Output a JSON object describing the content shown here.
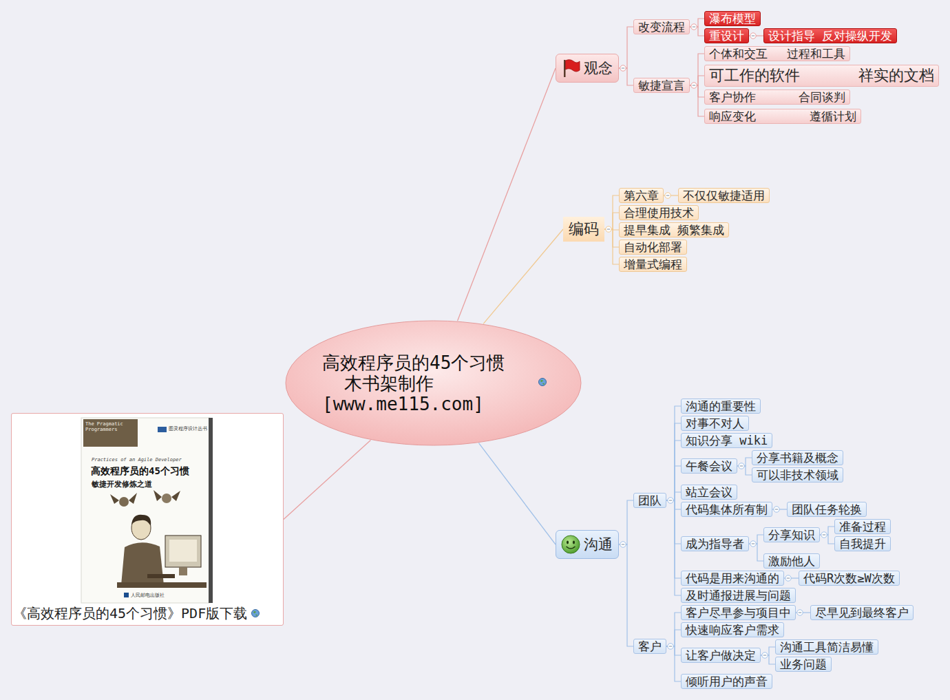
{
  "diagram": {
    "nodes": [
      {
        "text": [
          "高效程序员的45个习惯",
          "木书架制作",
          "[www.me115.com]"
        ]
      },
      {
        "text": [
          "观念"
        ]
      },
      {
        "text": [
          "改变流程"
        ]
      },
      {
        "text": [
          "瀑布模型"
        ]
      },
      {
        "text": [
          "重设计"
        ]
      },
      {
        "text": [
          "设计指导 反对操纵开发"
        ]
      },
      {
        "text": [
          "敏捷宣言"
        ]
      },
      {
        "text": [
          "个体和交互",
          "过程和工具"
        ]
      },
      {
        "text": [
          "可工作的软件",
          "祥实的文档"
        ]
      },
      {
        "text": [
          "客户协作",
          "合同谈判"
        ]
      },
      {
        "text": [
          "响应变化",
          "遵循计划"
        ]
      },
      {
        "text": [
          "编码"
        ]
      },
      {
        "text": [
          "第六章"
        ]
      },
      {
        "text": [
          "不仅仅敏捷适用"
        ]
      },
      {
        "text": [
          "合理使用技术"
        ]
      },
      {
        "text": [
          "提早集成 频繁集成"
        ]
      },
      {
        "text": [
          "自动化部署"
        ]
      },
      {
        "text": [
          "增量式编程"
        ]
      },
      {
        "text": [
          "沟通"
        ]
      },
      {
        "text": [
          "团队"
        ]
      },
      {
        "text": [
          "沟通的重要性"
        ]
      },
      {
        "text": [
          "对事不对人"
        ]
      },
      {
        "text": [
          "知识分享 wiki"
        ]
      },
      {
        "text": [
          "午餐会议"
        ]
      },
      {
        "text": [
          "分享书籍及概念"
        ]
      },
      {
        "text": [
          "可以非技术领域"
        ]
      },
      {
        "text": [
          "站立会议"
        ]
      },
      {
        "text": [
          "代码集体所有制"
        ]
      },
      {
        "text": [
          "团队任务轮换"
        ]
      },
      {
        "text": [
          "成为指导者"
        ]
      },
      {
        "text": [
          "分享知识"
        ]
      },
      {
        "text": [
          "准备过程"
        ]
      },
      {
        "text": [
          "自我提升"
        ]
      },
      {
        "text": [
          "激励他人"
        ]
      },
      {
        "text": [
          "代码是用来沟通的"
        ]
      },
      {
        "text": [
          "代码R次数≥W次数"
        ]
      },
      {
        "text": [
          "及时通报进展与问题"
        ]
      },
      {
        "text": [
          "客户"
        ]
      },
      {
        "text": [
          "客户尽早参与项目中"
        ]
      },
      {
        "text": [
          "尽早见到最终客户"
        ]
      },
      {
        "text": [
          "快速响应客户需求"
        ]
      },
      {
        "text": [
          "让客户做决定"
        ]
      },
      {
        "text": [
          "沟通工具简洁易懂"
        ]
      },
      {
        "text": [
          "业务问题"
        ]
      },
      {
        "text": [
          "倾听用户的声音"
        ]
      },
      {
        "text": [
          "《高效程序员的45个习惯》PDF版下载"
        ]
      }
    ],
    "edges": [
      {
        "from": 0,
        "to": 1,
        "arrow": "none"
      },
      {
        "from": 1,
        "to": 2,
        "arrow": "none"
      },
      {
        "from": 2,
        "to": 3,
        "arrow": "none"
      },
      {
        "from": 2,
        "to": 4,
        "arrow": "none"
      },
      {
        "from": 4,
        "to": 5,
        "arrow": "none"
      },
      {
        "from": 1,
        "to": 6,
        "arrow": "none"
      },
      {
        "from": 6,
        "to": 7,
        "arrow": "none"
      },
      {
        "from": 6,
        "to": 8,
        "arrow": "none"
      },
      {
        "from": 6,
        "to": 9,
        "arrow": "none"
      },
      {
        "from": 6,
        "to": 10,
        "arrow": "none"
      },
      {
        "from": 0,
        "to": 11,
        "arrow": "none"
      },
      {
        "from": 11,
        "to": 12,
        "arrow": "none"
      },
      {
        "from": 12,
        "to": 13,
        "arrow": "none"
      },
      {
        "from": 11,
        "to": 14,
        "arrow": "none"
      },
      {
        "from": 11,
        "to": 15,
        "arrow": "none"
      },
      {
        "from": 11,
        "to": 16,
        "arrow": "none"
      },
      {
        "from": 11,
        "to": 17,
        "arrow": "none"
      },
      {
        "from": 0,
        "to": 18,
        "arrow": "none"
      },
      {
        "from": 18,
        "to": 19,
        "arrow": "none"
      },
      {
        "from": 19,
        "to": 20,
        "arrow": "none"
      },
      {
        "from": 19,
        "to": 21,
        "arrow": "none"
      },
      {
        "from": 19,
        "to": 22,
        "arrow": "none"
      },
      {
        "from": 19,
        "to": 23,
        "arrow": "none"
      },
      {
        "from": 23,
        "to": 24,
        "arrow": "none"
      },
      {
        "from": 23,
        "to": 25,
        "arrow": "none"
      },
      {
        "from": 19,
        "to": 26,
        "arrow": "none"
      },
      {
        "from": 19,
        "to": 27,
        "arrow": "none"
      },
      {
        "from": 27,
        "to": 28,
        "arrow": "none"
      },
      {
        "from": 19,
        "to": 29,
        "arrow": "none"
      },
      {
        "from": 29,
        "to": 30,
        "arrow": "none"
      },
      {
        "from": 30,
        "to": 31,
        "arrow": "none"
      },
      {
        "from": 30,
        "to": 32,
        "arrow": "none"
      },
      {
        "from": 29,
        "to": 33,
        "arrow": "none"
      },
      {
        "from": 19,
        "to": 34,
        "arrow": "none"
      },
      {
        "from": 34,
        "to": 35,
        "arrow": "none"
      },
      {
        "from": 19,
        "to": 36,
        "arrow": "none"
      },
      {
        "from": 18,
        "to": 37,
        "arrow": "none"
      },
      {
        "from": 37,
        "to": 38,
        "arrow": "none"
      },
      {
        "from": 38,
        "to": 39,
        "arrow": "none"
      },
      {
        "from": 37,
        "to": 40,
        "arrow": "none"
      },
      {
        "from": 37,
        "to": 41,
        "arrow": "none"
      },
      {
        "from": 41,
        "to": 42,
        "arrow": "none"
      },
      {
        "from": 41,
        "to": 43,
        "arrow": "none"
      },
      {
        "from": 37,
        "to": 44,
        "arrow": "none"
      },
      {
        "from": 0,
        "to": 45,
        "arrow": "none"
      }
    ],
    "labels": [
      "The Pragmatic Programmers",
      "图灵程序设计丛书",
      "Practices of an Agile Developer",
      "高效程序员的45个习惯",
      "敏捷开发修炼之道",
      "人民邮电出版社"
    ]
  }
}
